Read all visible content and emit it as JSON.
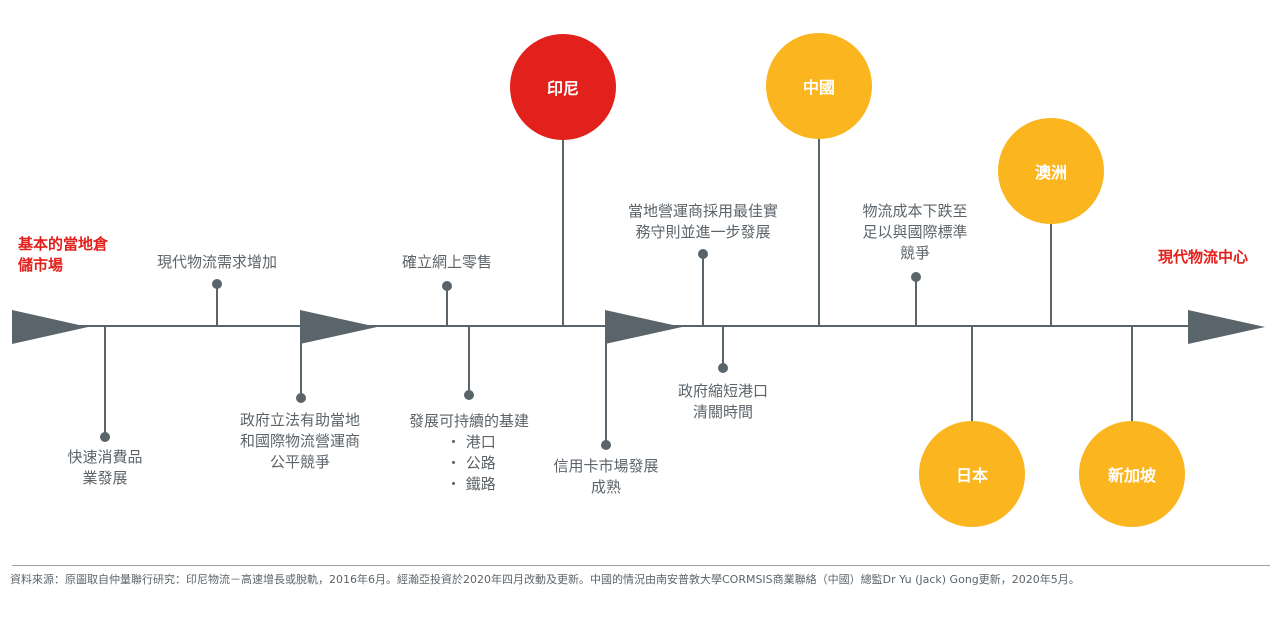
{
  "start_label": "基本的當地倉\n儲市場",
  "end_label": "現代物流中心",
  "events": {
    "e1": "快速消費品\n業發展",
    "e2": "現代物流需求增加",
    "e3": "政府立法有助當地\n和國際物流營運商\n公平競爭",
    "e4": "確立網上零售",
    "e5_title": "發展可持續的基建",
    "e5_items": [
      "・ 港口",
      "・ 公路",
      "・ 鐵路"
    ],
    "e6": "信用卡市場發展\n成熟",
    "e7": "當地營運商採用最佳實\n務守則並進一步發展",
    "e8": "政府縮短港口\n清關時間",
    "e9": "物流成本下跌至\n足以與國際標準\n競爭"
  },
  "countries": {
    "indonesia": "印尼",
    "china": "中國",
    "australia": "澳洲",
    "japan": "日本",
    "singapore": "新加坡"
  },
  "colors": {
    "indonesia": "#e2201c",
    "others": "#fbb51f",
    "axis": "#5a646b"
  },
  "footer": "資料來源：原圖取自仲量聯行研究：印尼物流－高速增長或脫軌，2016年6月。經瀚亞投資於2020年四月改動及更新。中國的情況由南安普敦大學CORMSIS商業聯絡（中國）總監Dr Yu (Jack) Gong更新，2020年5月。"
}
